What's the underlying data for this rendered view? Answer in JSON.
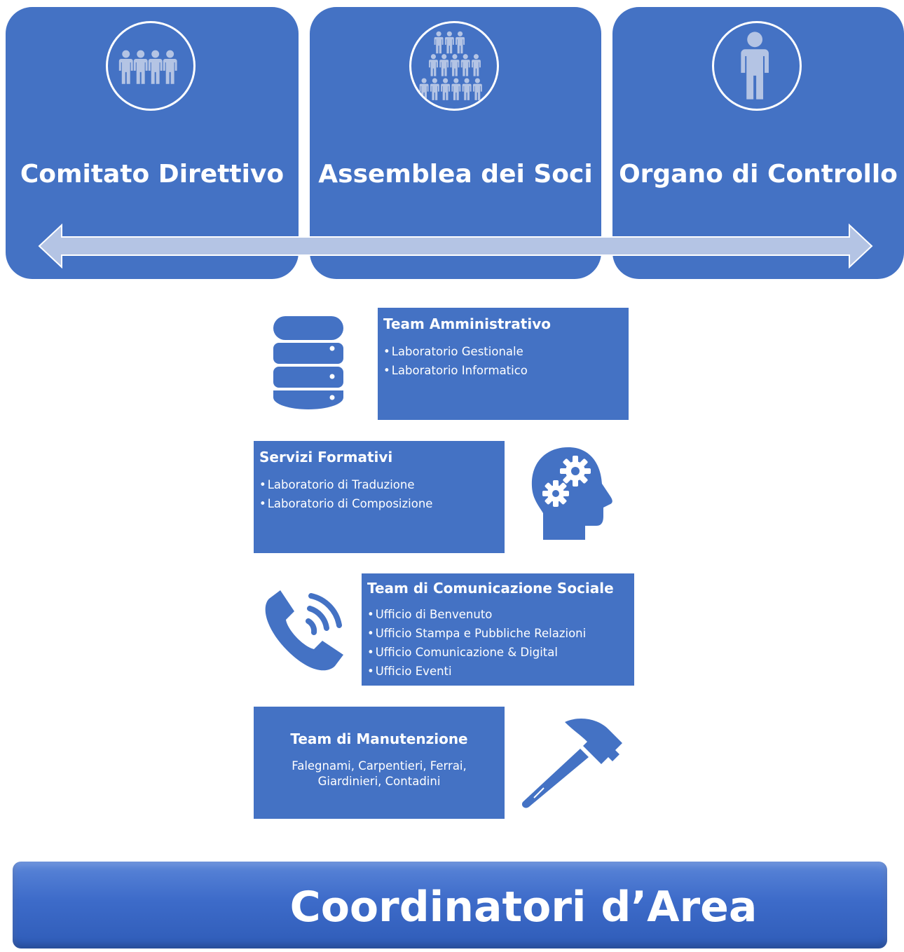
{
  "governance": [
    {
      "title": "Comitato Direttivo",
      "icon": "group-of-four-people-icon"
    },
    {
      "title": "Assemblea dei Soci",
      "icon": "crowd-of-people-icon"
    },
    {
      "title": "Organo di Controllo",
      "icon": "single-person-icon"
    }
  ],
  "teams": {
    "amministrativo": {
      "title": "Team Amministrativo",
      "items": [
        "Laboratorio Gestionale",
        "Laboratorio Informatico"
      ],
      "icon": "database-icon"
    },
    "formativi": {
      "title": "Servizi Formativi",
      "items": [
        "Laboratorio di Traduzione",
        "Laboratorio di Composizione"
      ],
      "icon": "head-gears-icon"
    },
    "comunicazione": {
      "title": "Team di Comunicazione Sociale",
      "items": [
        "Ufficio di Benvenuto",
        "Ufficio Stampa e Pubbliche Relazioni",
        "Ufficio Comunicazione & Digital",
        "Ufficio Eventi"
      ],
      "icon": "phone-ringing-icon"
    },
    "manutenzione": {
      "title": "Team di Manutenzione",
      "description": "Falegnami, Carpentieri, Ferrai, Giardinieri, Contadini",
      "icon": "hammer-icon"
    }
  },
  "bottom": {
    "title": "Coordinatori d’Area"
  },
  "colors": {
    "box": "#4472c4",
    "arrow": "#b4c4e4",
    "icon": "#4472c4"
  }
}
